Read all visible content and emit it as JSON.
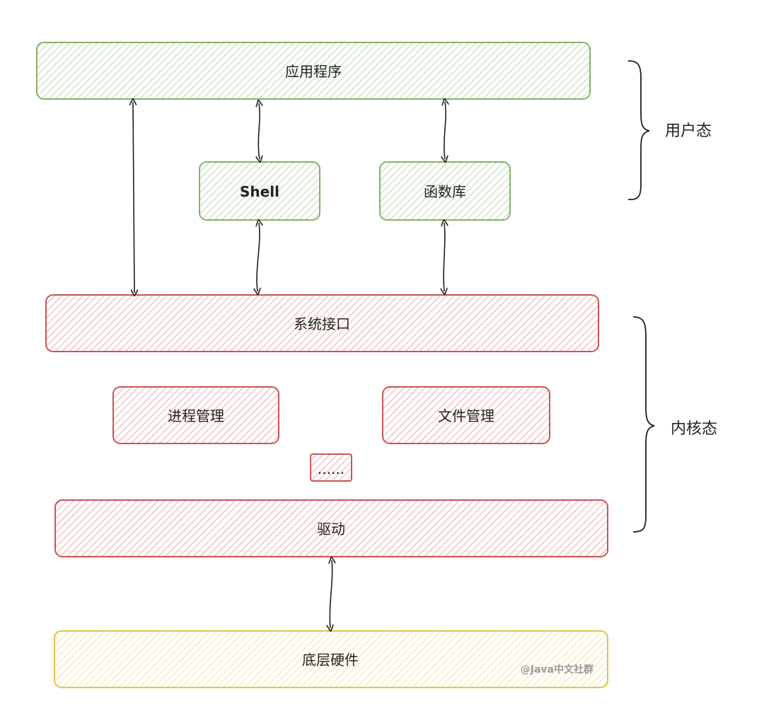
{
  "colors": {
    "green_stroke": "#82b366",
    "green_hatch": "#b9d8a6",
    "red_stroke": "#c95656",
    "red_hatch": "#f2a8a8",
    "yellow_stroke": "#e3c24f",
    "yellow_hatch": "#f2e2a1",
    "arrow": "#1e1e1e"
  },
  "boxes": {
    "app": "应用程序",
    "shell": "Shell",
    "lib": "函数库",
    "syscall": "系统接口",
    "process": "进程管理",
    "file": "文件管理",
    "ellipsis": "......",
    "driver": "驱动",
    "hardware": "底层硬件"
  },
  "groups": {
    "user": "用户态",
    "kernel": "内核态"
  },
  "watermark": "@Java中文社群"
}
